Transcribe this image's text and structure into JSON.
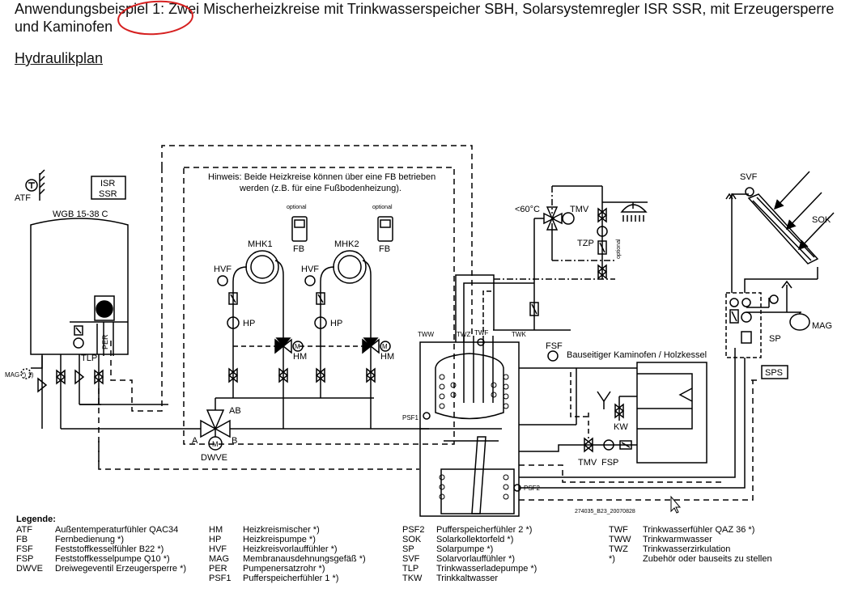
{
  "title": "Anwendungsbeispiel 1: Zwei Mischerheizkreise mit Trinkwasserspeicher SBH, Solarsystemregler ISR SSR, mit Erzeugersperre und Kaminofen",
  "subtitle": "Hydraulikplan",
  "labels": {
    "atf": "ATF",
    "isr": "ISR",
    "ssr": "SSR",
    "wgb": "WGB 15-38 C",
    "hinweis1": "Hinweis: Beide Heizkreise können über eine FB betrieben",
    "hinweis2": "werden (z.B. für eine Fußbodenheizung).",
    "optional": "optional",
    "fb": "FB",
    "mhk1": "MHK1",
    "mhk2": "MHK2",
    "hvf": "HVF",
    "hp": "HP",
    "hm": "HM",
    "m": "M",
    "per": "PER",
    "tlp": "TLP",
    "mag_left": "MAG *) 1)",
    "ab": "AB",
    "a": "A",
    "b": "B",
    "dwve": "DWVE",
    "t60": "<60°C",
    "tmv": "TMV",
    "tzp": "TZP",
    "tww": "TWW",
    "twz": "TWZ",
    "twf": "TWF",
    "twk": "TWK",
    "psf1": "PSF1",
    "psf2": "PSF2",
    "fsf": "FSF",
    "kaminofen": "Bauseitiger Kaminofen / Holzkessel",
    "kw": "KW",
    "fsp": "FSP",
    "svf": "SVF",
    "sok": "SOK",
    "sp": "SP",
    "mag": "MAG",
    "sps": "SPS",
    "code": "274035_B23_20070828"
  },
  "legend": {
    "title": "Legende:",
    "col1": [
      {
        "k": "ATF",
        "v": "Außentemperaturfühler QAC34"
      },
      {
        "k": "FB",
        "v": "Fernbedienung *)"
      },
      {
        "k": "FSF",
        "v": "Feststoffkesselfühler B22 *)"
      },
      {
        "k": "FSP",
        "v": "Feststoffkesselpumpe Q10 *)"
      },
      {
        "k": "DWVE",
        "v": "Dreiwegeventil Erzeugersperre *)"
      }
    ],
    "col2": [
      {
        "k": "HM",
        "v": "Heizkreismischer *)"
      },
      {
        "k": "HP",
        "v": "Heizkreispumpe    *)"
      },
      {
        "k": "HVF",
        "v": "Heizkreisvorlauffühler *)"
      },
      {
        "k": "MAG",
        "v": "Membranausdehnungsgefäß   *)"
      },
      {
        "k": "PER",
        "v": "Pumpenersatzrohr *)"
      },
      {
        "k": "PSF1",
        "v": "Pufferspeicherfühler 1 *)"
      }
    ],
    "col3": [
      {
        "k": "PSF2",
        "v": "Pufferspeicherfühler 2 *)"
      },
      {
        "k": "SOK",
        "v": "Solarkollektorfeld *)"
      },
      {
        "k": "SP",
        "v": "Solarpumpe *)"
      },
      {
        "k": "SVF",
        "v": "Solarvorlauffühler *)"
      },
      {
        "k": "TLP",
        "v": "Trinkwasserladepumpe *)"
      },
      {
        "k": "TKW",
        "v": "Trinkkaltwasser"
      }
    ],
    "col4": [
      {
        "k": "TWF",
        "v": "Trinkwasserfühler QAZ 36    *)"
      },
      {
        "k": "TWW",
        "v": "Trinkwarmwasser"
      },
      {
        "k": "TWZ",
        "v": "Trinkwasserzirkulation"
      },
      {
        "k": "*)",
        "v": "Zubehör oder bauseits zu stellen"
      }
    ]
  },
  "colors": {
    "line": "#000000",
    "annotation": "#d62020"
  }
}
